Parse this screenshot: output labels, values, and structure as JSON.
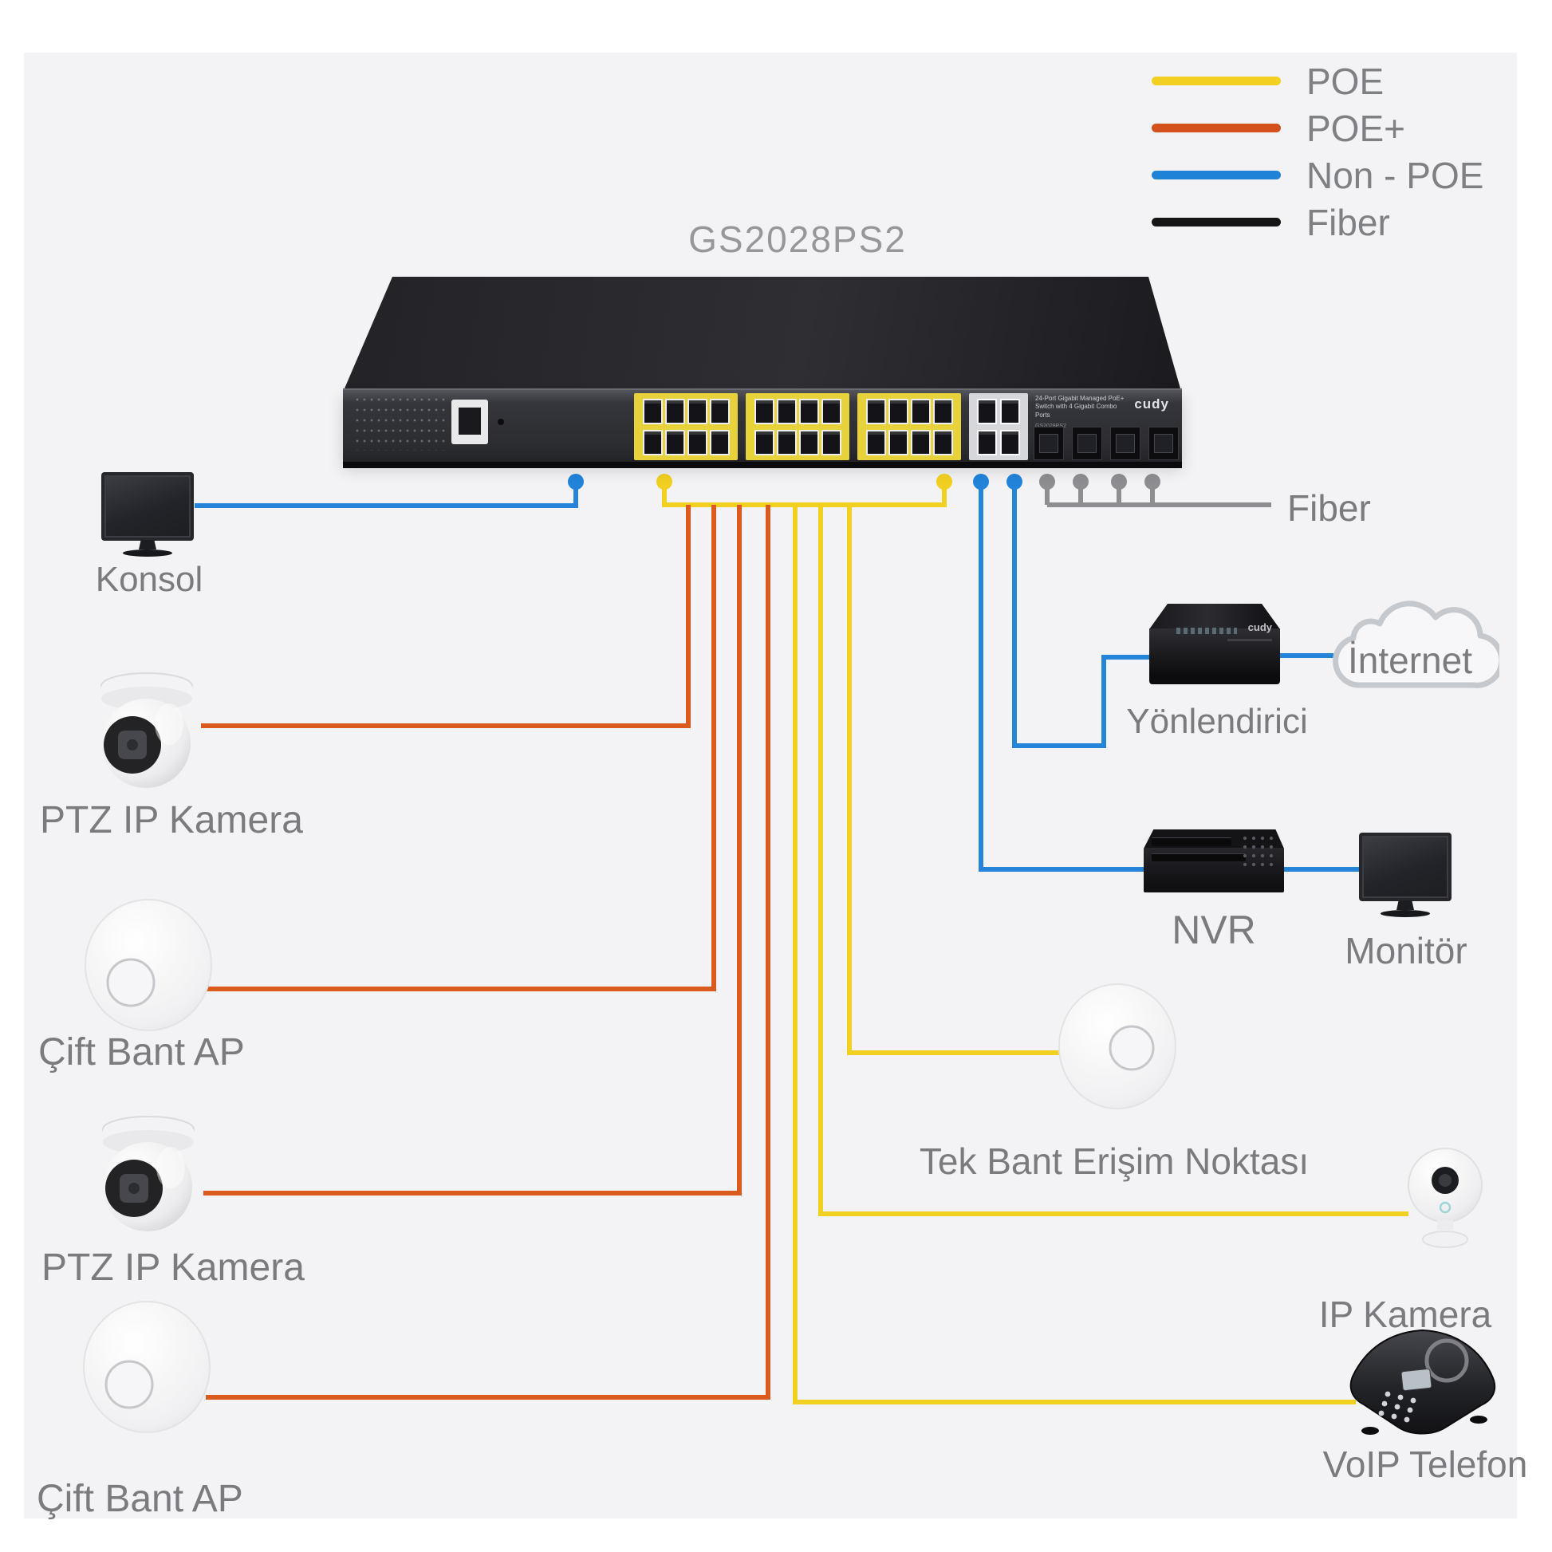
{
  "title": "GS2028PS2",
  "legend": [
    {
      "label": "POE",
      "color": "#f2d021"
    },
    {
      "label": "POE+",
      "color": "#d4511e"
    },
    {
      "label": "Non - POE",
      "color": "#1e82d6"
    },
    {
      "label": "Fiber",
      "color": "#151515"
    }
  ],
  "switch": {
    "brand": "cudy",
    "desc": "24-Port Gigabit Managed PoE+ Switch with 4 Gigabit Combo Ports",
    "model": "GS2028PS2"
  },
  "labels": {
    "konsol": "Konsol",
    "ptz1": "PTZ IP Kamera",
    "dualband1": "Çift Bant AP",
    "ptz2": "PTZ IP Kamera",
    "dualband2": "Çift Bant AP",
    "fiber": "Fiber",
    "router": "Yönlendirici",
    "internet": "İnternet",
    "nvr": "NVR",
    "monitor": "Monitör",
    "singleband": "Tek Bant Erişim Noktası",
    "ipcam": "IP Kamera",
    "voip": "VoIP Telefon"
  },
  "line_colors": {
    "poe": "#f2d021",
    "poe_plus": "#db5a20",
    "non_poe": "#2384da",
    "fiber_link": "#8e8e92"
  }
}
